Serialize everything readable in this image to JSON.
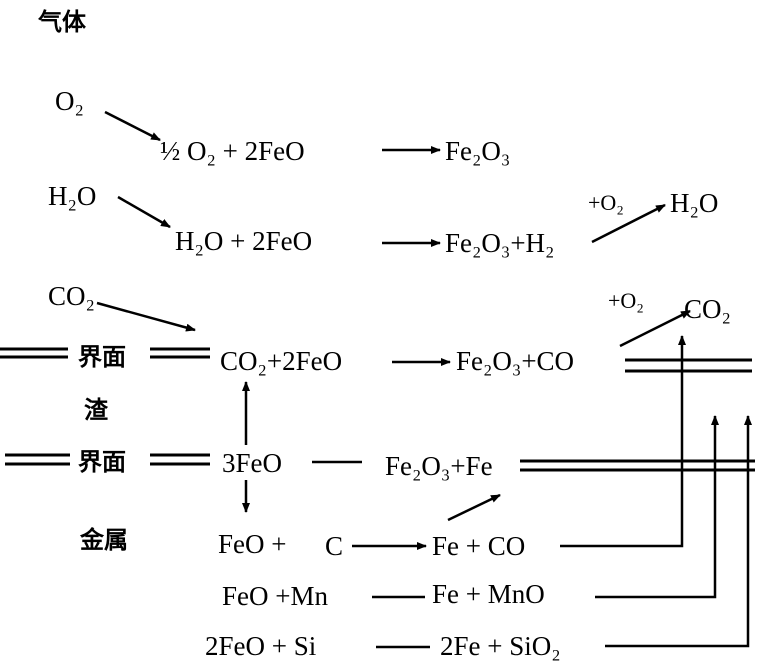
{
  "labels": {
    "gas": "气体",
    "interface": "界面",
    "slag": "渣",
    "metal": "金属"
  },
  "inputs": {
    "o2": "O₂",
    "h2o": "H₂O",
    "co2": "CO₂"
  },
  "reactions": {
    "r1_left": "½ O₂ + 2FeO",
    "r1_right": "Fe₂O₃",
    "r2_left": "H₂O + 2FeO",
    "r2_right": "Fe₂O₃+H₂",
    "r2_plus": "+O₂",
    "r2_out": "H₂O",
    "r3_left": "CO₂+2FeO",
    "r3_right": "Fe₂O₃+CO",
    "r3_plus": "+O₂",
    "r3_out": "CO₂",
    "r4_left": "3FeO",
    "r4_right": "Fe₂O₃+Fe",
    "r5_left": "FeO +",
    "r5_c": "C",
    "r5_right": "Fe + CO",
    "r6_left": "FeO +Mn",
    "r6_right": "Fe + MnO",
    "r7_left": "2FeO + Si",
    "r7_right": "2Fe + SiO₂"
  }
}
